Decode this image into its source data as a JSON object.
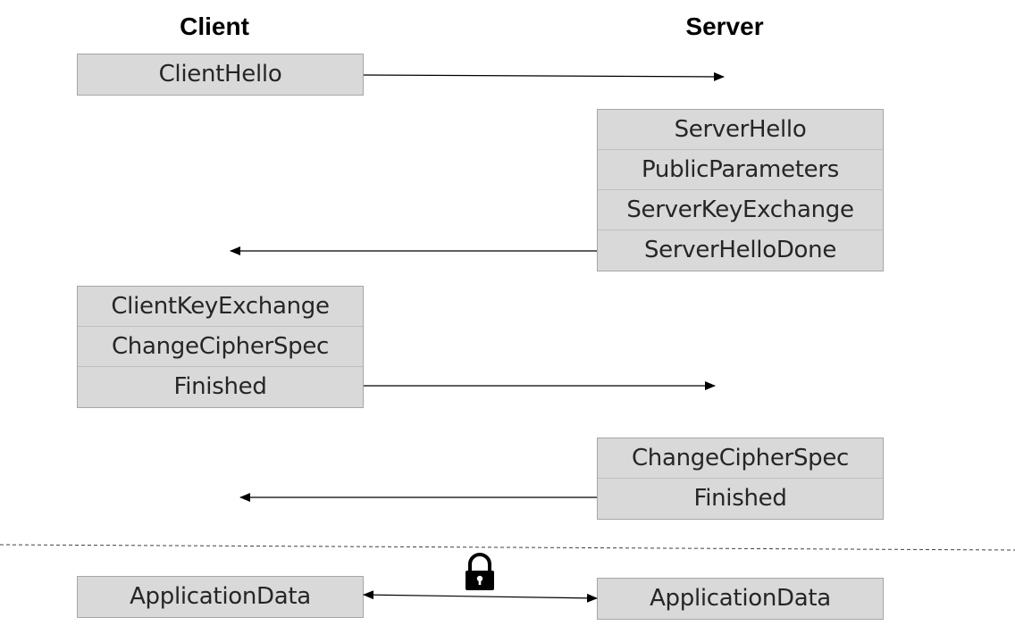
{
  "headers": {
    "client": "Client",
    "server": "Server"
  },
  "groups": [
    {
      "side": "client",
      "messages": [
        "ClientHello"
      ]
    },
    {
      "side": "server",
      "messages": [
        "ServerHello",
        "PublicParameters",
        "ServerKeyExchange",
        "ServerHelloDone"
      ]
    },
    {
      "side": "client",
      "messages": [
        "ClientKeyExchange",
        "ChangeCipherSpec",
        "Finished"
      ]
    },
    {
      "side": "server",
      "messages": [
        "ChangeCipherSpec",
        "Finished"
      ]
    },
    {
      "side": "client",
      "messages": [
        "ApplicationData"
      ]
    },
    {
      "side": "server",
      "messages": [
        "ApplicationData"
      ]
    }
  ],
  "flows": [
    {
      "from": "client",
      "to": "server",
      "after": "ClientHello"
    },
    {
      "from": "server",
      "to": "client",
      "after": "ServerHelloDone"
    },
    {
      "from": "client",
      "to": "server",
      "after": "Finished"
    },
    {
      "from": "server",
      "to": "client",
      "after": "Finished"
    },
    {
      "from": "both",
      "to": "both",
      "after": "ApplicationData",
      "encrypted": true
    }
  ],
  "icons": {
    "encrypted": "lock-icon"
  },
  "colors": {
    "box_fill": "#d9d9d9",
    "box_border": "#a6a6a6",
    "text": "#262626",
    "line": "#000000"
  }
}
